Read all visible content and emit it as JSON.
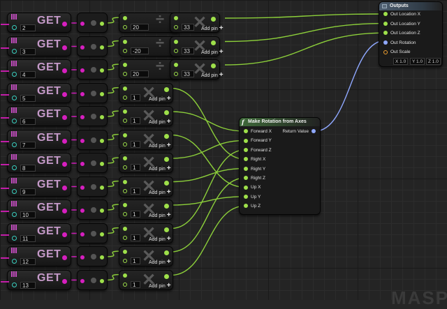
{
  "get_nodes": [
    {
      "title": "GET",
      "index": "2"
    },
    {
      "title": "GET",
      "index": "3"
    },
    {
      "title": "GET",
      "index": "4"
    },
    {
      "title": "GET",
      "index": "5"
    },
    {
      "title": "GET",
      "index": "6"
    },
    {
      "title": "GET",
      "index": "7"
    },
    {
      "title": "GET",
      "index": "8"
    },
    {
      "title": "GET",
      "index": "9"
    },
    {
      "title": "GET",
      "index": "10"
    },
    {
      "title": "GET",
      "index": "11"
    },
    {
      "title": "GET",
      "index": "12"
    },
    {
      "title": "GET",
      "index": "13"
    }
  ],
  "divide_nodes": [
    {
      "value": "20",
      "symbol": "÷"
    },
    {
      "value": "-20",
      "symbol": "÷"
    },
    {
      "value": "20",
      "symbol": "÷"
    }
  ],
  "multiply_top": [
    {
      "value": "33",
      "symbol": "✕",
      "add_pin": "Add pin"
    },
    {
      "value": "33",
      "symbol": "✕",
      "add_pin": "Add pin"
    },
    {
      "value": "33",
      "symbol": "✕",
      "add_pin": "Add pin"
    }
  ],
  "multiply_mid": [
    {
      "value": "1",
      "symbol": "✕",
      "add_pin": "Add pin"
    },
    {
      "value": "1",
      "symbol": "✕",
      "add_pin": "Add pin"
    },
    {
      "value": "1",
      "symbol": "✕",
      "add_pin": "Add pin"
    },
    {
      "value": "1",
      "symbol": "✕",
      "add_pin": "Add pin"
    },
    {
      "value": "1",
      "symbol": "✕",
      "add_pin": "Add pin"
    },
    {
      "value": "1",
      "symbol": "✕",
      "add_pin": "Add pin"
    },
    {
      "value": "1",
      "symbol": "✕",
      "add_pin": "Add pin"
    },
    {
      "value": "1",
      "symbol": "✕",
      "add_pin": "Add pin"
    },
    {
      "value": "1",
      "symbol": "✕",
      "add_pin": "Add pin"
    }
  ],
  "make_rotation": {
    "title": "Make Rotation from Axes",
    "inputs": [
      "Forward X",
      "Forward Y",
      "Forward Z",
      "Right X",
      "Right Y",
      "Right Z",
      "Up X",
      "Up Y",
      "Up Z"
    ],
    "return_label": "Return Value"
  },
  "outputs": {
    "title": "Outputs",
    "pins": [
      "Out Location X",
      "Out Location Y",
      "Out Location Z",
      "Out Rotation",
      "Out Scale"
    ],
    "scale": [
      {
        "axis": "X",
        "value": "1.0"
      },
      {
        "axis": "Y",
        "value": "1.0"
      },
      {
        "axis": "Z",
        "value": "1.0"
      }
    ]
  },
  "watermark": "MASP",
  "colors": {
    "float_pin": "#9ee04a",
    "struct_pin": "#d61fbf",
    "rotator_pin": "#8fa8ff",
    "int_pin": "#3ad0c0",
    "wire": "#8ccf3a"
  }
}
